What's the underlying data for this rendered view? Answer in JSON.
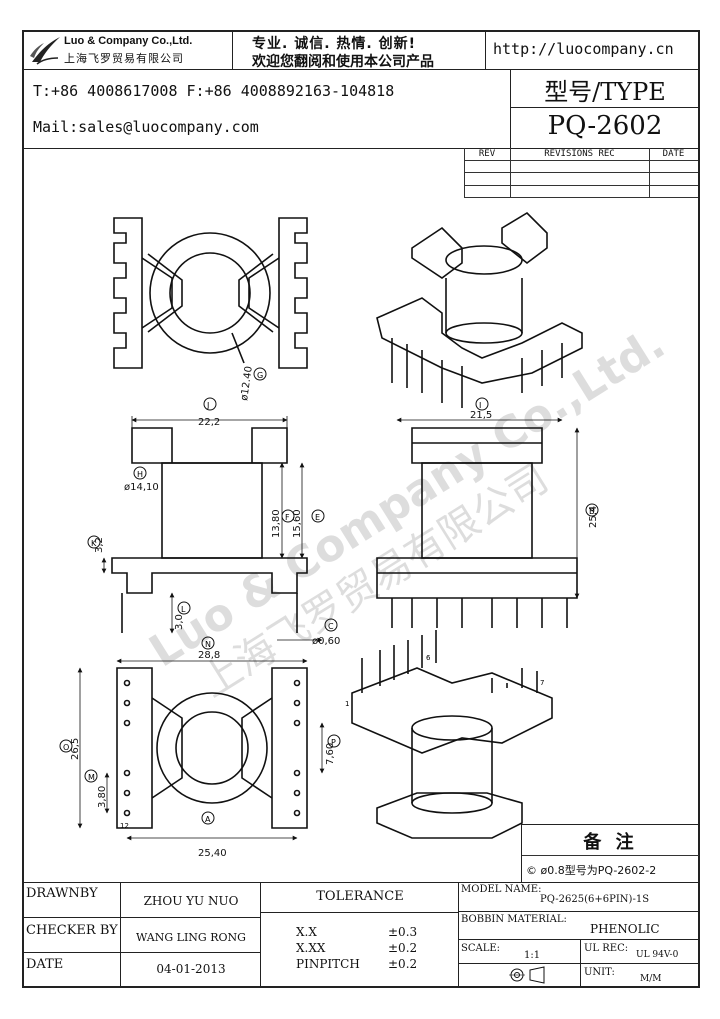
{
  "header": {
    "company_en": "Luo & Company Co.,Ltd.",
    "company_cn": "上海飞罗贸易有限公司",
    "slogan_line1": "专业.  诚信.   热情.   创新!",
    "slogan_line2": "欢迎您翻阅和使用本公司产品",
    "url": "http://luocompany.cn",
    "phone_fax": "T:+86 4008617008 F:+86 4008892163-104818",
    "email": "Mail:sales@luocompany.com",
    "type_label": "型号/TYPE",
    "model": "PQ-2602"
  },
  "revisions": {
    "headers": [
      "REV",
      "REVISIONS REC",
      "DATE"
    ]
  },
  "watermark": {
    "text_en": "Luo & Company Co.,Ltd.",
    "text_cn": "上海飞罗贸易有限公司"
  },
  "dimensions": {
    "top_view_dia": "ø12.40",
    "top_view_circle": "G",
    "front_width": "22,2",
    "front_width_circle": "J",
    "core_dia": "ø14,10",
    "core_dia_circle": "H",
    "inner_h1": "13,80",
    "inner_h1_circle": "F",
    "inner_h2": "15,60",
    "inner_h2_circle": "E",
    "flange_h": "3,2",
    "flange_h_circle": "K",
    "pin_len": "3,0",
    "pin_len_circle": "L",
    "pin_dia": "ø0,60",
    "pin_dia_circle": "C",
    "side_width": "21,5",
    "side_width_circle": "I",
    "side_height": "25,4",
    "side_height_circle": "B",
    "bottom_width": "28,8",
    "bottom_width_circle": "N",
    "bottom_height": "26,5",
    "bottom_height_circle": "O",
    "pin_pitch_v": "3,80",
    "pin_pitch_v_circle": "M",
    "mid_pitch": "7,60",
    "mid_pitch_circle": "P",
    "bottom_pin_span": "25,40",
    "bottom_pin_span_circle": "A",
    "pin_num_1": "1",
    "pin_num_6": "6",
    "pin_num_7": "7",
    "pin_num_12": "12"
  },
  "notes": {
    "title": "备 注",
    "content": "© ø0.8型号为PQ-2602-2"
  },
  "title_block": {
    "drawnby_label": "DRAWNBY",
    "drawnby_value": "ZHOU YU NUO",
    "checker_label": "CHECKER BY",
    "checker_value": "WANG LING RONG",
    "date_label": "DATE",
    "date_value": "04-01-2013",
    "tolerance_label": "TOLERANCE",
    "tol_rows": [
      {
        "label": "X.X",
        "value": "±0.3"
      },
      {
        "label": "X.XX",
        "value": "±0.2"
      },
      {
        "label": "PINPITCH",
        "value": "±0.2"
      }
    ],
    "model_name_label": "MODEL NAME:",
    "model_name_value": "PQ-2625(6+6PIN)-1S",
    "bobbin_label": "BOBBIN MATERIAL:",
    "bobbin_value": "PHENOLIC",
    "scale_label": "SCALE:",
    "scale_value": "1:1",
    "ul_label": "UL REC:",
    "ul_value": "UL 94V-0",
    "unit_label": "UNIT:",
    "unit_value": "M/M"
  }
}
